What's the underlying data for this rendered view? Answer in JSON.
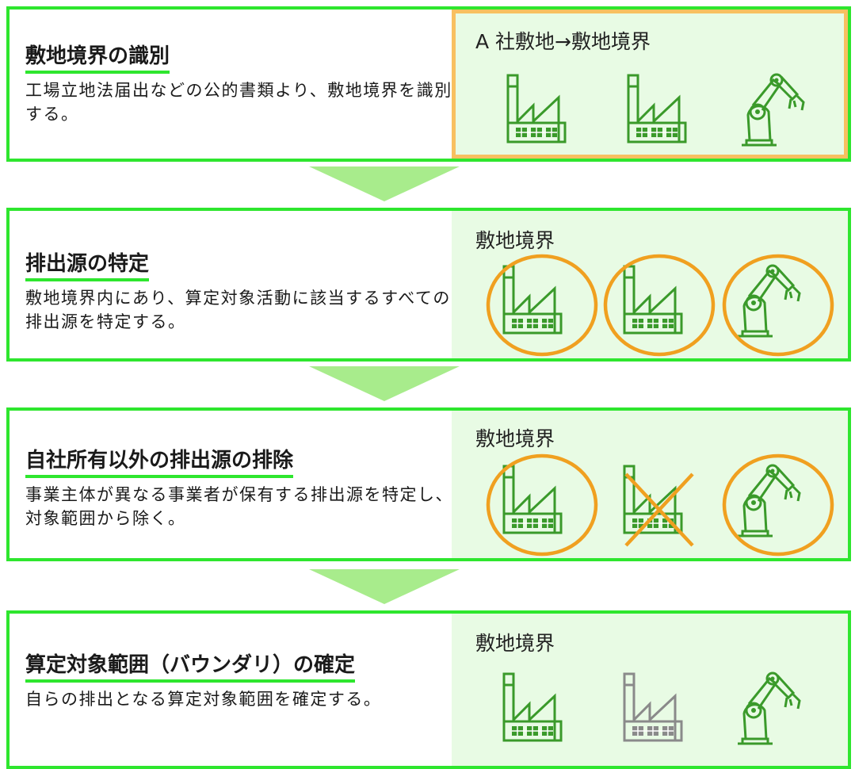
{
  "steps": [
    {
      "title": "敷地境界の識別",
      "description": "工場立地法届出などの公的書類より、敷地境界を識別する。",
      "panel_label": "A 社敷地→敷地境界",
      "icons": [
        "factory-icon",
        "factory-icon",
        "robot-arm-icon"
      ]
    },
    {
      "title": "排出源の特定",
      "description": "敷地境界内にあり、算定対象活動に該当するすべての排出源を特定する。",
      "panel_label": "敷地境界",
      "icons": [
        "factory-icon",
        "factory-icon",
        "robot-arm-icon"
      ]
    },
    {
      "title": "自社所有以外の排出源の排除",
      "description": "事業主体が異なる事業者が保有する排出源を特定し、対象範囲から除く。",
      "panel_label": "敷地境界",
      "icons": [
        "factory-icon",
        "factory-icon",
        "robot-arm-icon"
      ]
    },
    {
      "title": "算定対象範囲（バウンダリ）の確定",
      "description": "自らの排出となる算定対象範囲を確定する。",
      "panel_label": "敷地境界",
      "icons": [
        "factory-icon",
        "factory-icon",
        "robot-arm-icon"
      ]
    }
  ],
  "colors": {
    "border_green": "#2ee62e",
    "panel_bg": "#e8fbe4",
    "icon_green": "#3a9a2a",
    "icon_gray": "#8a8a8a",
    "circle_orange": "#f0a020",
    "highlight_orange": "#f8c060",
    "arrow_green": "#a8ec8c"
  }
}
